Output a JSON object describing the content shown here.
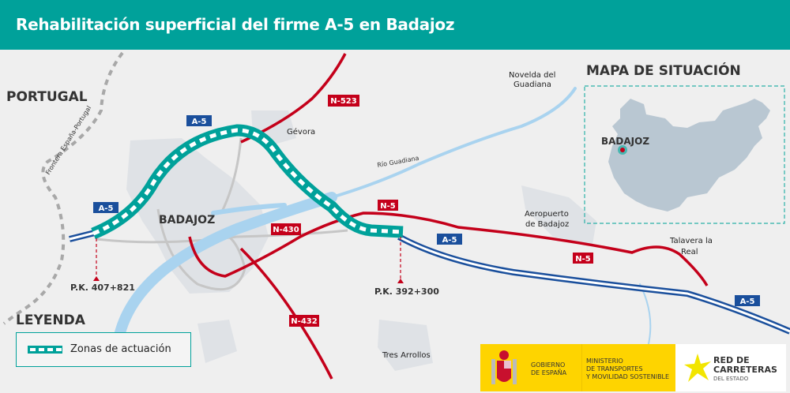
{
  "header": {
    "title": "Rehabilitación superficial del firme A-5 en Badajoz"
  },
  "map": {
    "country": "PORTUGAL",
    "border_label": "Frontera España-Portugal",
    "city": "BADAJOZ",
    "places": {
      "gevora": "Gévora",
      "novelda": [
        "Novelda del",
        "Guadiana"
      ],
      "aeropuerto": [
        "Aeropuerto",
        "de Badajoz"
      ],
      "talavera": [
        "Talavera la",
        "Real"
      ],
      "tres_arrollos": "Tres Arrollos"
    },
    "river": "Río Guadiana",
    "roads": {
      "a5": "A-5",
      "n5": "N-5",
      "n523": "N-523",
      "n430": "N-430",
      "n432": "N-432"
    },
    "pk_start": "P.K. 407+821",
    "pk_end": "P.K. 392+300",
    "colors": {
      "zone": "#00a19a",
      "autovia": "#1a4f9c",
      "national": "#c4001a",
      "river": "#a9d3ef"
    }
  },
  "situation": {
    "title": "MAPA DE SITUACIÓN",
    "marker_label": "BADAJOZ"
  },
  "legend": {
    "title": "LEYENDA",
    "item": "Zonas de actuación"
  },
  "logos": {
    "gobierno": [
      "GOBIERNO",
      "DE ESPAÑA"
    ],
    "ministerio": [
      "MINISTERIO",
      "DE TRANSPORTES",
      "Y MOVILIDAD SOSTENIBLE"
    ],
    "red": [
      "RED DE",
      "CARRETERAS"
    ],
    "red_sub": "DEL ESTADO"
  }
}
